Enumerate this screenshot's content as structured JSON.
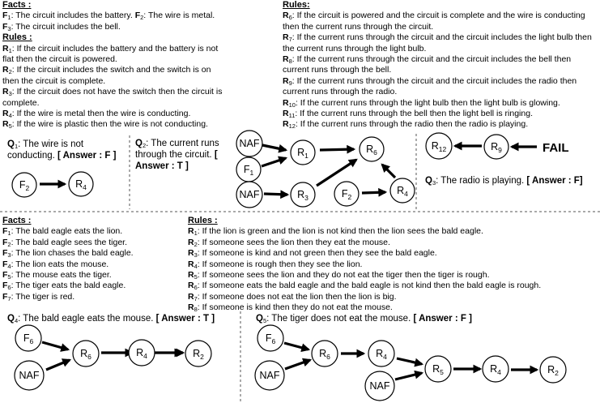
{
  "top_facts": {
    "heading": "Facts :",
    "items": [
      {
        "label": "F",
        "sub": "1",
        "text": ": The circuit includes the battery. "
      },
      {
        "label": "F",
        "sub": "2",
        "text": ": The wire is metal."
      },
      {
        "label": "F",
        "sub": "3",
        "text": ": The circuit includes the bell."
      }
    ]
  },
  "top_rules_left": {
    "heading": "Rules :",
    "items": [
      {
        "label": "R",
        "sub": "1",
        "text": ": If the circuit includes the battery and the battery is not flat then the circuit is powered."
      },
      {
        "label": "R",
        "sub": "2",
        "text": ": If the circuit includes the switch and the switch is on then the circuit is complete."
      },
      {
        "label": "R",
        "sub": "3",
        "text": ": If the circuit does not have the switch then the circuit is complete."
      },
      {
        "label": "R",
        "sub": "4",
        "text": ": If the wire is metal then the wire is conducting."
      },
      {
        "label": "R",
        "sub": "5",
        "text": ": If the wire is plastic then the wire is not conducting."
      }
    ]
  },
  "top_rules_right": {
    "heading": "Rules:",
    "items": [
      {
        "label": "R",
        "sub": "6",
        "text": ": If the circuit is powered and the circuit is complete and the wire is conducting then the current runs through the circuit."
      },
      {
        "label": "R",
        "sub": "7",
        "text": ": If the current runs through the circuit and the circuit includes the light bulb then the current runs through the light bulb."
      },
      {
        "label": "R",
        "sub": "8",
        "text": ": If the current runs through the circuit and the circuit includes the bell then current runs through the bell."
      },
      {
        "label": "R",
        "sub": "9",
        "text": ": If the current runs through the circuit and the circuit includes the radio then current runs through the radio."
      },
      {
        "label": "R",
        "sub": "10",
        "text": ": If the current runs through the light bulb then the light bulb is glowing."
      },
      {
        "label": "R",
        "sub": "11",
        "text": ": If the current runs through the bell then the light bell is ringing."
      },
      {
        "label": "R",
        "sub": "12",
        "text": ": If the current runs through the radio then the radio is playing."
      }
    ]
  },
  "questions": {
    "q1": {
      "label": "Q",
      "sub": "1",
      "text": ": The wire is not conducting. ",
      "answer": "[ Answer : F ]"
    },
    "q2": {
      "label": "Q",
      "sub": "2",
      "text": ": The current runs through the circuit. ",
      "answer": "[ Answer : T ]"
    },
    "q3": {
      "label": "Q",
      "sub": "3",
      "text": ": The radio is playing. ",
      "answer": "[ Answer : F]"
    },
    "q4": {
      "label": "Q",
      "sub": "4",
      "text": ": The bald eagle eats the mouse. ",
      "answer": "[ Answer : T ]"
    },
    "q5": {
      "label": "Q",
      "sub": "5",
      "text": ": The tiger does not eat the mouse. ",
      "answer": "[ Answer : F ]"
    }
  },
  "bottom_facts": {
    "heading": "Facts :",
    "items": [
      {
        "label": "F",
        "sub": "1",
        "text": ": The bald eagle eats the lion."
      },
      {
        "label": "F",
        "sub": "2",
        "text": ": The bald eagle sees the tiger."
      },
      {
        "label": "F",
        "sub": "3",
        "text": ": The lion chases the bald eagle."
      },
      {
        "label": "F",
        "sub": "4",
        "text": ": The lion eats the mouse."
      },
      {
        "label": "F",
        "sub": "5",
        "text": ": The mouse eats the tiger."
      },
      {
        "label": "F",
        "sub": "6",
        "text": ": The tiger eats the bald eagle."
      },
      {
        "label": "F",
        "sub": "7",
        "text": ": The tiger is red."
      }
    ]
  },
  "bottom_rules": {
    "heading": "Rules :",
    "items": [
      {
        "label": "R",
        "sub": "1",
        "text": ": If the lion is green and the lion is not kind then the lion sees the bald eagle."
      },
      {
        "label": "R",
        "sub": "2",
        "text": ": If someone sees the lion then they eat the mouse."
      },
      {
        "label": "R",
        "sub": "3",
        "text": ": If someone is kind and not green then they see the bald eagle."
      },
      {
        "label": "R",
        "sub": "4",
        "text": ": If someone is rough then they see the lion."
      },
      {
        "label": "R",
        "sub": "5",
        "text": ": If someone sees the lion and they do not eat the tiger then the tiger is rough."
      },
      {
        "label": "R",
        "sub": "6",
        "text": ": If someone eats the bald eagle and the bald eagle is not kind then the bald eagle is rough."
      },
      {
        "label": "R",
        "sub": "7",
        "text": ": If someone does not eat the lion then the lion is big."
      },
      {
        "label": "R",
        "sub": "8",
        "text": ": If someone is kind then they do not eat the mouse."
      }
    ]
  },
  "fail_label": "FAIL",
  "graphs": {
    "q1": {
      "nodes": [
        {
          "l": "F",
          "s": "2"
        },
        {
          "l": "R",
          "s": "4"
        }
      ]
    },
    "q2": {
      "nodes": [
        {
          "l": "NAF",
          "s": ""
        },
        {
          "l": "F",
          "s": "1"
        },
        {
          "l": "NAF",
          "s": ""
        },
        {
          "l": "R",
          "s": "1"
        },
        {
          "l": "R",
          "s": "6"
        },
        {
          "l": "R",
          "s": "3"
        },
        {
          "l": "F",
          "s": "2"
        },
        {
          "l": "R",
          "s": "4"
        }
      ]
    },
    "q3": {
      "nodes": [
        {
          "l": "R",
          "s": "12"
        },
        {
          "l": "R",
          "s": "9"
        }
      ]
    },
    "q4": {
      "nodes": [
        {
          "l": "F",
          "s": "6"
        },
        {
          "l": "NAF",
          "s": ""
        },
        {
          "l": "R",
          "s": "6"
        },
        {
          "l": "R",
          "s": "4"
        },
        {
          "l": "R",
          "s": "2"
        }
      ]
    },
    "q5": {
      "nodes": [
        {
          "l": "F",
          "s": "6"
        },
        {
          "l": "NAF",
          "s": ""
        },
        {
          "l": "R",
          "s": "6"
        },
        {
          "l": "R",
          "s": "4"
        },
        {
          "l": "NAF",
          "s": ""
        },
        {
          "l": "R",
          "s": "5"
        },
        {
          "l": "R",
          "s": "4"
        },
        {
          "l": "R",
          "s": "2"
        }
      ]
    }
  }
}
